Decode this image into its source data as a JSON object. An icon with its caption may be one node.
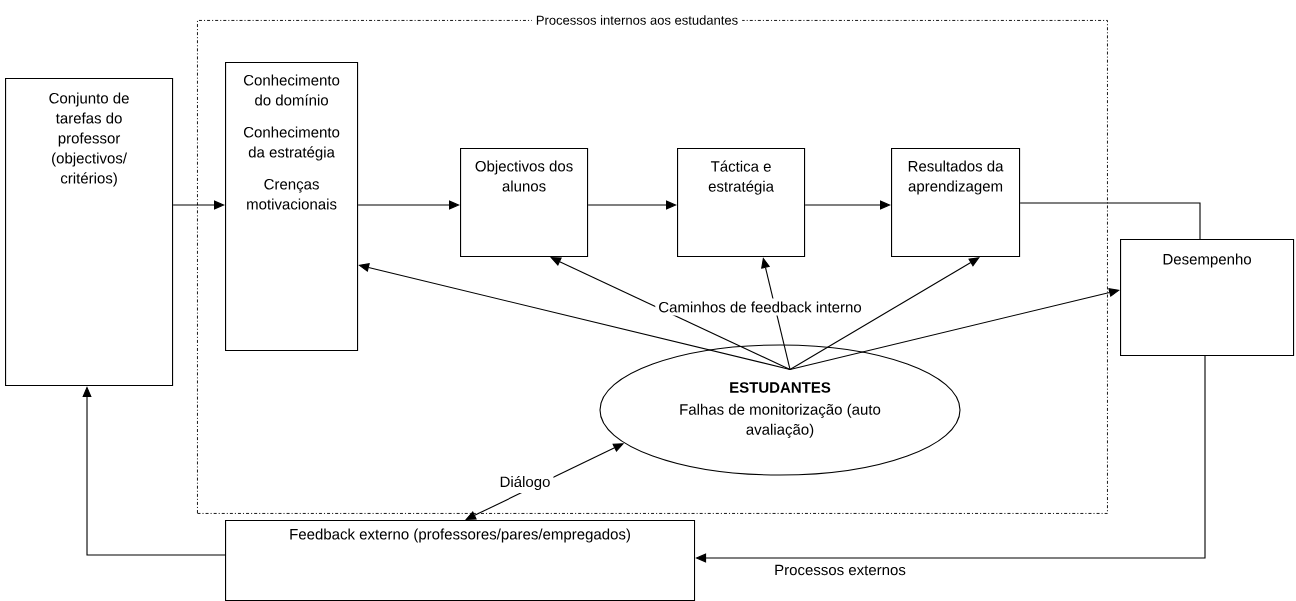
{
  "diagram": {
    "nodes": [
      {
        "text": [
          "Processos internos aos estudantes"
        ]
      },
      {
        "text": [
          "Conjunto de tarefas do professor (objectivos/ critérios)"
        ]
      },
      {
        "text": [
          "Conhecimento do domínio",
          "Conhecimento da estratégia",
          "Crenças motivacionais"
        ],
        "in": 0
      },
      {
        "text": [
          "Objectivos dos alunos"
        ],
        "in": 0
      },
      {
        "text": [
          "Táctica e estratégia"
        ],
        "in": 0
      },
      {
        "text": [
          "Resultados da aprendizagem"
        ],
        "in": 0
      },
      {
        "text": [
          "Desempenho"
        ]
      },
      {
        "text": [
          "ESTUDANTES",
          "Falhas de monitorização (auto avaliação)"
        ],
        "in": 0
      },
      {
        "text": [
          "Feedback externo (professores/pares/empregados)"
        ]
      }
    ],
    "edges": [
      {
        "from": 1,
        "to": 2,
        "arrow": "to"
      },
      {
        "from": 2,
        "to": 3,
        "arrow": "to"
      },
      {
        "from": 3,
        "to": 4,
        "arrow": "to"
      },
      {
        "from": 4,
        "to": 5,
        "arrow": "to"
      },
      {
        "from": 5,
        "to": 6,
        "arrow": "none"
      },
      {
        "from": 6,
        "to": 8,
        "arrow": "to",
        "label": "Processos externos"
      },
      {
        "from": 8,
        "to": 1,
        "arrow": "to"
      },
      {
        "from": 7,
        "to": 2,
        "arrow": "to"
      },
      {
        "from": 7,
        "to": 3,
        "arrow": "to"
      },
      {
        "from": 7,
        "to": 4,
        "arrow": "to"
      },
      {
        "from": 7,
        "to": 5,
        "arrow": "to"
      },
      {
        "from": 7,
        "to": 6,
        "arrow": "to"
      },
      {
        "from": 8,
        "to": 7,
        "arrow": "both",
        "label": "Diálogo"
      }
    ],
    "labels": [
      "Caminhos de feedback interno"
    ]
  }
}
